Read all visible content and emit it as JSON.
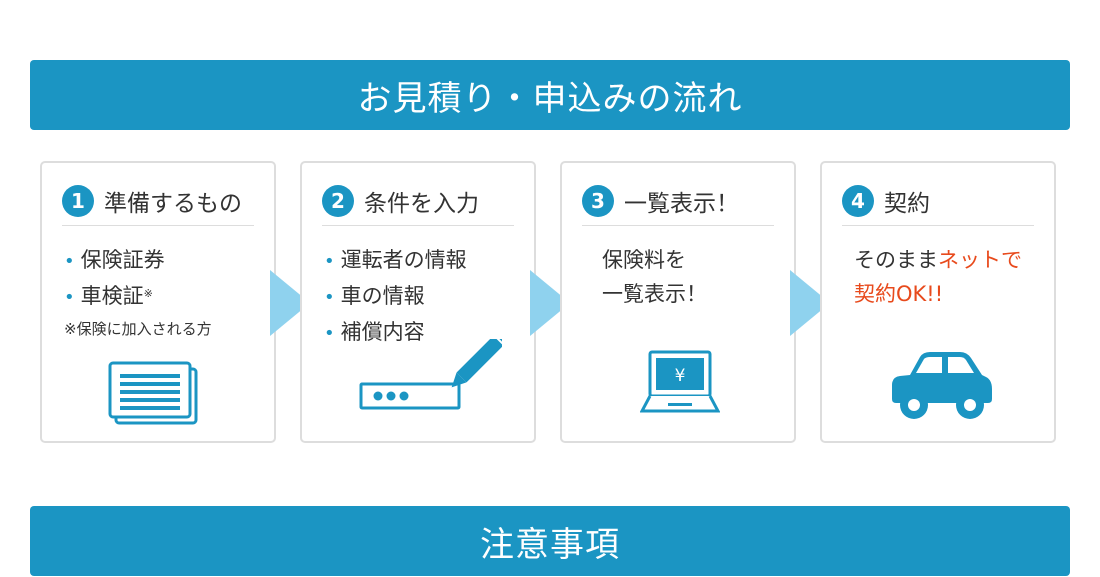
{
  "flow_title": "お見積り・申込みの流れ",
  "notes_title": "注意事項",
  "colors": {
    "primary": "#1b95c3",
    "accent": "#e84a1c",
    "arrow": "#8fd2ee",
    "border": "#dddddd"
  },
  "steps": [
    {
      "number": "1",
      "title": "準備するもの",
      "items": [
        "保険証券",
        "車検証"
      ],
      "item_mark": "※",
      "note": "※保険に加入される方",
      "icon": "document-stack-icon"
    },
    {
      "number": "2",
      "title": "条件を入力",
      "items": [
        "運転者の情報",
        "車の情報",
        "補償内容"
      ],
      "icon": "input-pen-icon"
    },
    {
      "number": "3",
      "title": "一覧表示！",
      "lines": [
        "保険料を",
        "一覧表示！"
      ],
      "icon": "laptop-yen-icon",
      "screen_symbol": "¥"
    },
    {
      "number": "4",
      "title": "契約",
      "line1_plain": "そのまま",
      "line1_accent": "ネットで",
      "line2_accent": "契約OK!!",
      "icon": "car-icon"
    }
  ]
}
